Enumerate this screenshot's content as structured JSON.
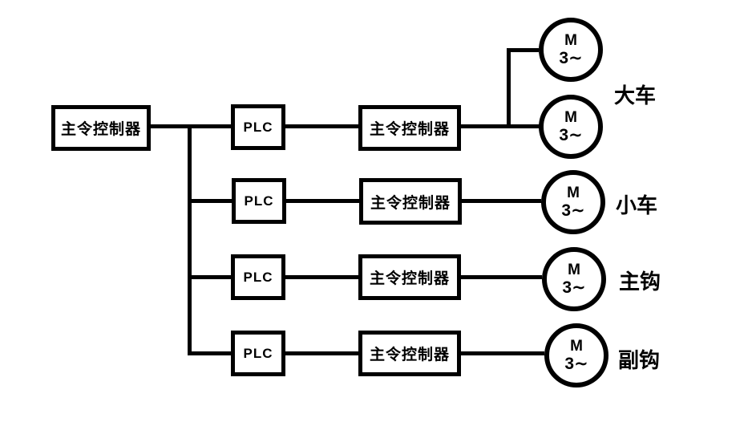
{
  "diagram": {
    "type": "block-diagram",
    "description": "Crane control system: master controller bus feeding four PLC + controller channels driving 3-phase motors",
    "background_color": "#ffffff",
    "line_color": "#000000",
    "master": {
      "label": "主令控制器"
    },
    "rows": [
      {
        "plc": "PLC",
        "controller": "主令控制器",
        "group_label": "大车",
        "motors": [
          {
            "letter": "M",
            "phase": "3∼"
          },
          {
            "letter": "M",
            "phase": "3∼"
          }
        ]
      },
      {
        "plc": "PLC",
        "controller": "主令控制器",
        "group_label": "小车",
        "motors": [
          {
            "letter": "M",
            "phase": "3∼"
          }
        ]
      },
      {
        "plc": "PLC",
        "controller": "主令控制器",
        "group_label": "主钩",
        "motors": [
          {
            "letter": "M",
            "phase": "3∼"
          }
        ]
      },
      {
        "plc": "PLC",
        "controller": "主令控制器",
        "group_label": "副钩",
        "motors": [
          {
            "letter": "M",
            "phase": "3∼"
          }
        ]
      }
    ]
  }
}
